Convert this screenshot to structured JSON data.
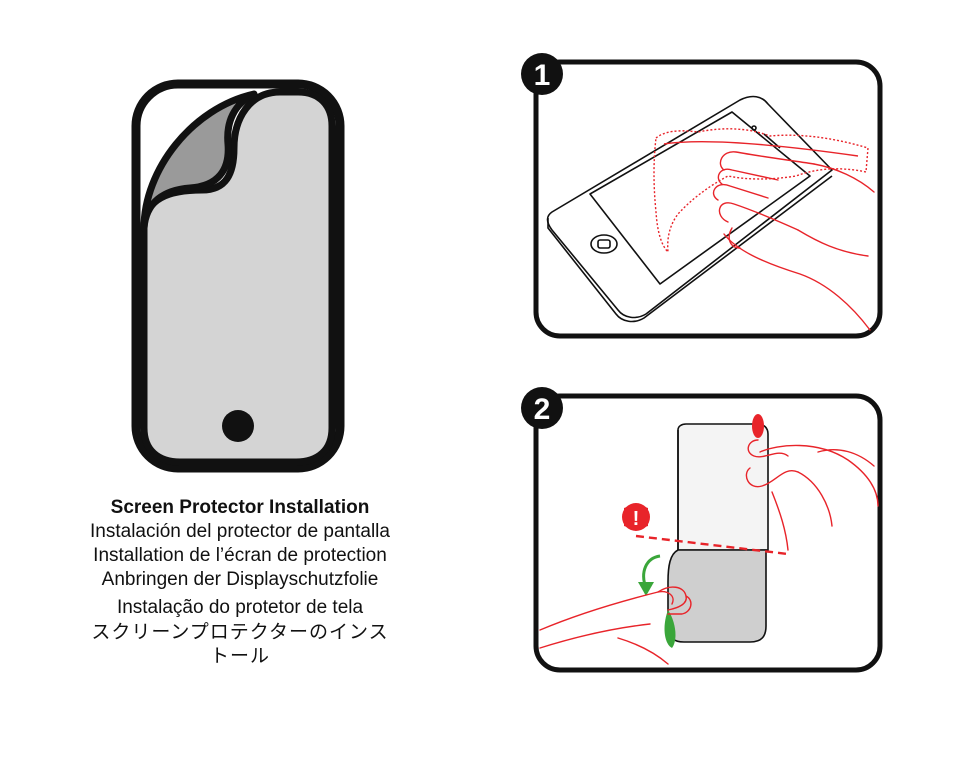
{
  "colors": {
    "outline": "#111111",
    "screen_fill": "#d4d4d4",
    "peel_fill": "#9a9a9a",
    "accent_red": "#e8242a",
    "accent_green": "#3aa63a"
  },
  "caption": {
    "title": "Screen Protector Installation",
    "es": "Instalación del protector de pantalla",
    "fr": "Installation de l’écran de protection",
    "de": "Anbringen der Displayschutzfolie",
    "pt": "Instalação do protetor de tela",
    "ja_line1": "スクリーンプロテクターのインス",
    "ja_line2": "トール"
  },
  "steps": [
    {
      "number": "1",
      "icon": "cleaning-cloth-wipe-icon"
    },
    {
      "number": "2",
      "icon": "apply-protector-icon",
      "warning": "!"
    }
  ]
}
